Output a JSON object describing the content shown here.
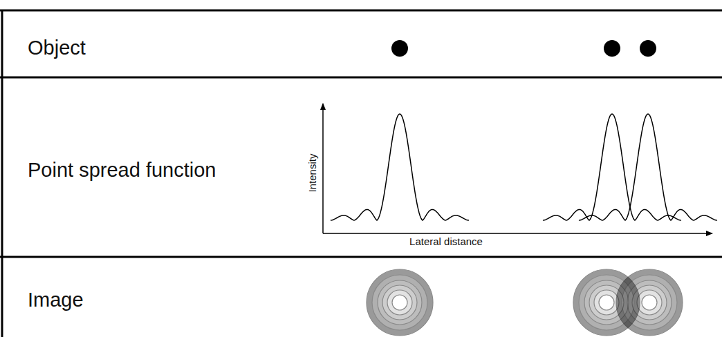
{
  "diagram": {
    "labels": [
      "Object",
      "Point spread function",
      "Image",
      "Intensity",
      "Lateral distance"
    ]
  }
}
